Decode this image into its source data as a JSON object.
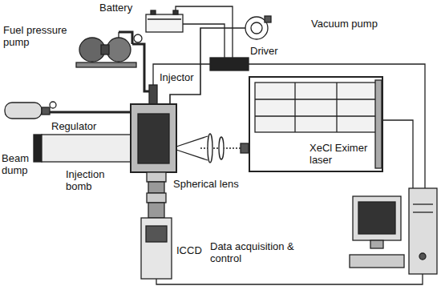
{
  "diagram": {
    "nodes": [
      {
        "text": [
          "XeCl Eximer laser"
        ]
      }
    ],
    "labels": [
      "Battery",
      "Fuel pressure pump",
      "Vacuum pump",
      "Driver",
      "Injector",
      "Regulator",
      "Beam dump",
      "Injection bomb",
      "Spherical lens",
      "ICCD",
      "Data acquisition & control"
    ]
  }
}
